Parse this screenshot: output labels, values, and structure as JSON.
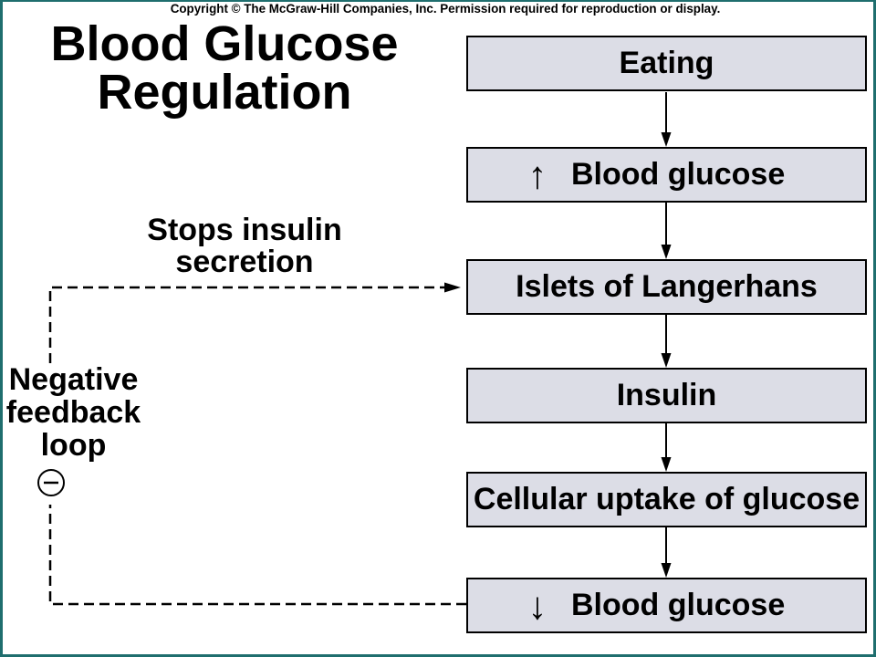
{
  "copyright": "Copyright © The McGraw-Hill Companies, Inc. Permission required for reproduction or display.",
  "title": {
    "line1": "Blood Glucose",
    "line2": "Regulation"
  },
  "flow": [
    {
      "label": "Eating"
    },
    {
      "arrow": "↑",
      "label": "Blood glucose"
    },
    {
      "label": "Islets of Langerhans"
    },
    {
      "label": "Insulin"
    },
    {
      "label": "Cellular uptake of glucose"
    },
    {
      "arrow": "↓",
      "label": "Blood glucose"
    }
  ],
  "feedback": {
    "effect_lines": [
      "Stops insulin",
      "secretion"
    ],
    "loop_lines": [
      "Negative",
      "feedback",
      "loop"
    ],
    "sign_icon": "minus-circle-icon"
  },
  "colors": {
    "box_fill": "#dcdde6",
    "box_border": "#000000",
    "frame": "#1f6e6e",
    "text": "#000000"
  }
}
